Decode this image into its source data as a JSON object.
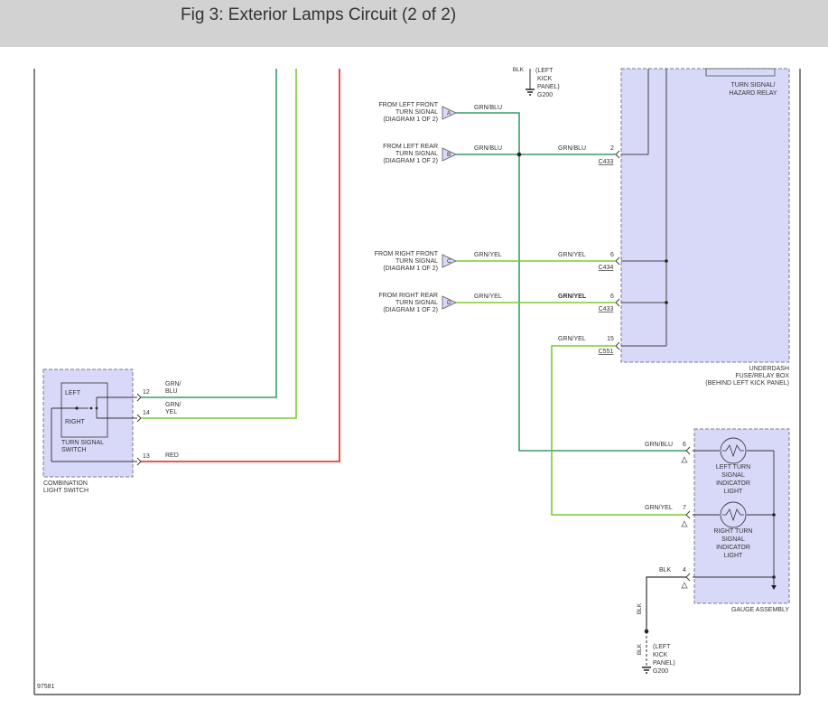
{
  "page": {
    "title": "Fig 3: Exterior Lamps Circuit (2 of 2)",
    "figure_id": "97581"
  },
  "colors": {
    "header_bg": "#d2d2d2",
    "wire_grn_blu": "#3c9b6a",
    "wire_grn_yel": "#7ccc2e",
    "wire_red": "#e0201e",
    "component_fill": "#d8d8f8",
    "component_border": "#7a7a9a"
  },
  "top_ground": {
    "text": [
      "(LEFT",
      "KICK",
      "PANEL)"
    ],
    "id": "G200",
    "partial_text": "BLK"
  },
  "relay": {
    "label": [
      "TURN SIGNAL/",
      "HAZARD RELAY"
    ]
  },
  "fuse_box": {
    "label": [
      "UNDERDASH",
      "FUSE/RELAY BOX",
      "(BEHIND LEFT KICK PANEL)"
    ]
  },
  "connectors": [
    {
      "letter": "A",
      "from": [
        "FROM LEFT FRONT",
        "TURN SIGNAL",
        "(DIAGRAM 1 OF 2)"
      ],
      "wire": "GRN/BLU"
    },
    {
      "letter": "B",
      "from": [
        "FROM LEFT REAR",
        "TURN SIGNAL",
        "(DIAGRAM 1 OF 2)"
      ],
      "wire": "GRN/BLU",
      "pin_wire": "GRN/BLU",
      "pin": "2",
      "conn": "C433"
    },
    {
      "letter": "C",
      "from": [
        "FROM RIGHT FRONT",
        "TURN SIGNAL",
        "(DIAGRAM 1 OF 2)"
      ],
      "wire": "GRN/YEL",
      "pin_wire": "GRN/YEL",
      "pin": "6",
      "conn": "C434"
    },
    {
      "letter": "D",
      "from": [
        "FROM RIGHT REAR",
        "TURN SIGNAL",
        "(DIAGRAM 1 OF 2)"
      ],
      "wire": "GRN/YEL",
      "pin_wire": "GRN/YEL",
      "pin": "6",
      "conn": "C433"
    }
  ],
  "c551": {
    "wire": "GRN/YEL",
    "pin": "15",
    "conn": "C551"
  },
  "combination_switch": {
    "left": "LEFT",
    "right": "RIGHT",
    "switch_label": [
      "TURN SIGNAL",
      "SWITCH"
    ],
    "label": [
      "COMBINATION",
      "LIGHT SWITCH"
    ],
    "pins": [
      {
        "pin": "12",
        "wire": [
          "GRN/",
          "BLU"
        ]
      },
      {
        "pin": "14",
        "wire": [
          "GRN/",
          "YEL"
        ]
      },
      {
        "pin": "13",
        "wire": [
          "RED"
        ]
      }
    ]
  },
  "gauge": {
    "label": "GAUGE ASSEMBLY",
    "left_light": [
      "LEFT TURN",
      "SIGNAL",
      "INDICATOR",
      "LIGHT"
    ],
    "right_light": [
      "RIGHT TURN",
      "SIGNAL",
      "INDICATOR",
      "LIGHT"
    ],
    "pins": [
      {
        "pin": "6",
        "wire": "GRN/BLU"
      },
      {
        "pin": "7",
        "wire": "GRN/YEL"
      },
      {
        "pin": "4",
        "wire": "BLK"
      }
    ]
  },
  "bottom_ground": {
    "wire": "BLK",
    "wire2": "BLK",
    "text": [
      "(LEFT",
      "KICK",
      "PANEL)"
    ],
    "id": "G200"
  }
}
